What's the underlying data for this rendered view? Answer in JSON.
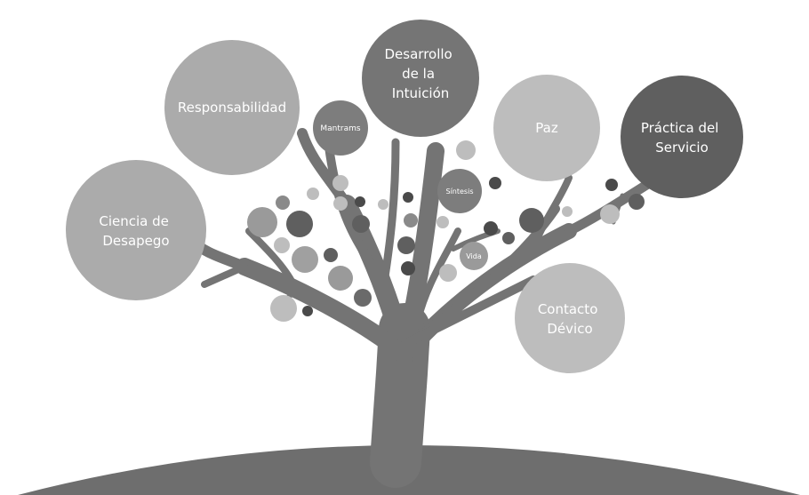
{
  "diagram": {
    "bubbles": [
      {
        "id": "responsabilidad",
        "lines": [
          "Responsabilidad"
        ],
        "color": "#ababab"
      },
      {
        "id": "desarrollo-intuicion",
        "lines": [
          "Desarrollo",
          "de la",
          "Intuición"
        ],
        "color": "#757575"
      },
      {
        "id": "paz",
        "lines": [
          "Paz"
        ],
        "color": "#bdbdbd"
      },
      {
        "id": "practica-servicio",
        "lines": [
          "Práctica del",
          "Servicio"
        ],
        "color": "#5f5f5f"
      },
      {
        "id": "ciencia-desapego",
        "lines": [
          "Ciencia de",
          "Desapego"
        ],
        "color": "#ababab"
      },
      {
        "id": "contacto-devico",
        "lines": [
          "Contacto",
          "Dévico"
        ],
        "color": "#bdbdbd"
      },
      {
        "id": "mantrams",
        "lines": [
          "Mantrams"
        ],
        "color": "#7d7d7d"
      },
      {
        "id": "sintesis",
        "lines": [
          "Síntesis"
        ],
        "color": "#7d7d7d"
      },
      {
        "id": "vida",
        "lines": [
          "Vida"
        ],
        "color": "#9a9a9a"
      }
    ],
    "colors": {
      "trunk": "#747474",
      "ground": "#6e6e6e",
      "bubble_text": "#ffffff"
    }
  }
}
